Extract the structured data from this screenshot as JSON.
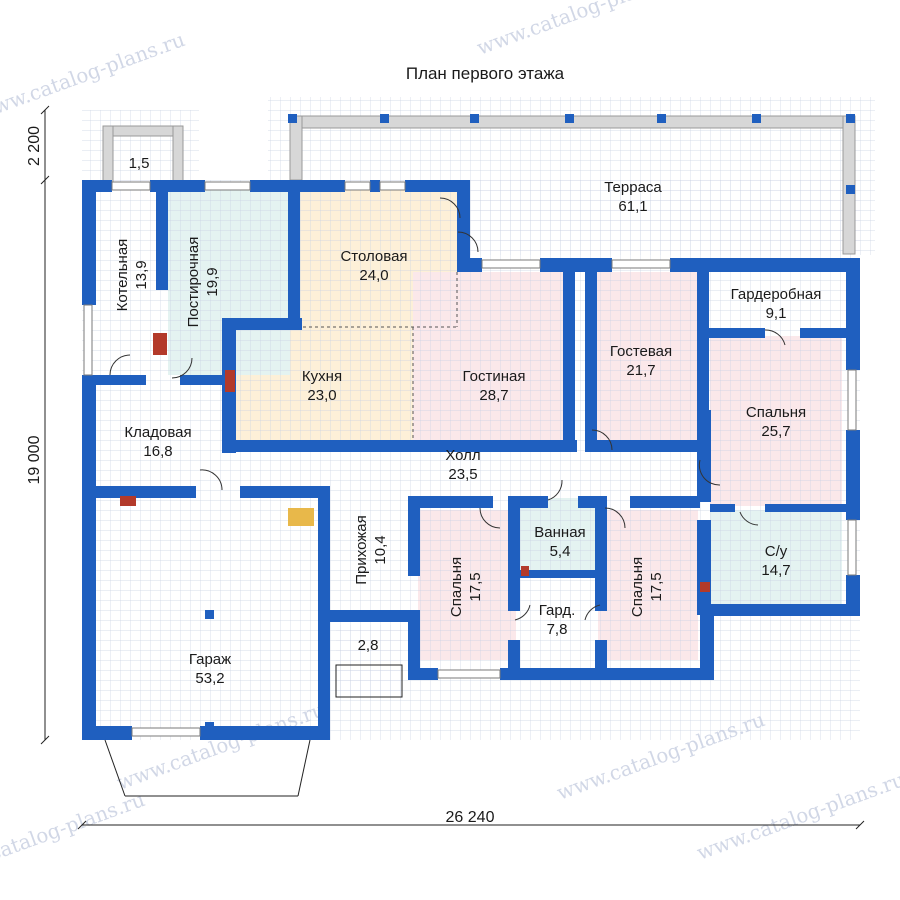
{
  "title": "План первого этажа",
  "watermark": "www.catalog-plans.ru",
  "dimensions": {
    "width": "26 240",
    "height": "19 000",
    "porch": "2 200"
  },
  "rooms": {
    "terrace": {
      "name": "Терраса",
      "area": "61,1"
    },
    "dining": {
      "name": "Столовая",
      "area": "24,0"
    },
    "kitchen": {
      "name": "Кухня",
      "area": "23,0"
    },
    "living": {
      "name": "Гостиная",
      "area": "28,7"
    },
    "guest": {
      "name": "Гостевая",
      "area": "21,7"
    },
    "wardrobe": {
      "name": "Гардеробная",
      "area": "9,1"
    },
    "bedroom1": {
      "name": "Спальня",
      "area": "25,7"
    },
    "boiler": {
      "name": "Котельная",
      "area": "13,9"
    },
    "laundry": {
      "name": "Постирочная",
      "area": "19,9"
    },
    "pantry": {
      "name": "Кладовая",
      "area": "16,8"
    },
    "hall": {
      "name": "Холл",
      "area": "23,5"
    },
    "entry": {
      "name": "Прихожая",
      "area": "10,4"
    },
    "bath": {
      "name": "Ванная",
      "area": "5,4"
    },
    "gard": {
      "name": "Гард.",
      "area": "7,8"
    },
    "wc": {
      "name": "С/у",
      "area": "14,7"
    },
    "bedroom2": {
      "name": "Спальня",
      "area": "17,5"
    },
    "bedroom3": {
      "name": "Спальня",
      "area": "17,5"
    },
    "garage": {
      "name": "Гараж",
      "area": "53,2"
    },
    "porch1": {
      "area": "1,5"
    },
    "porch2": {
      "area": "2,8"
    }
  },
  "colors": {
    "wall": "#1f5fbf",
    "dining": "#fdf0d8",
    "living": "#fbe8ea",
    "laundry": "#e4f3f1",
    "grid": "#cfd6e6"
  }
}
